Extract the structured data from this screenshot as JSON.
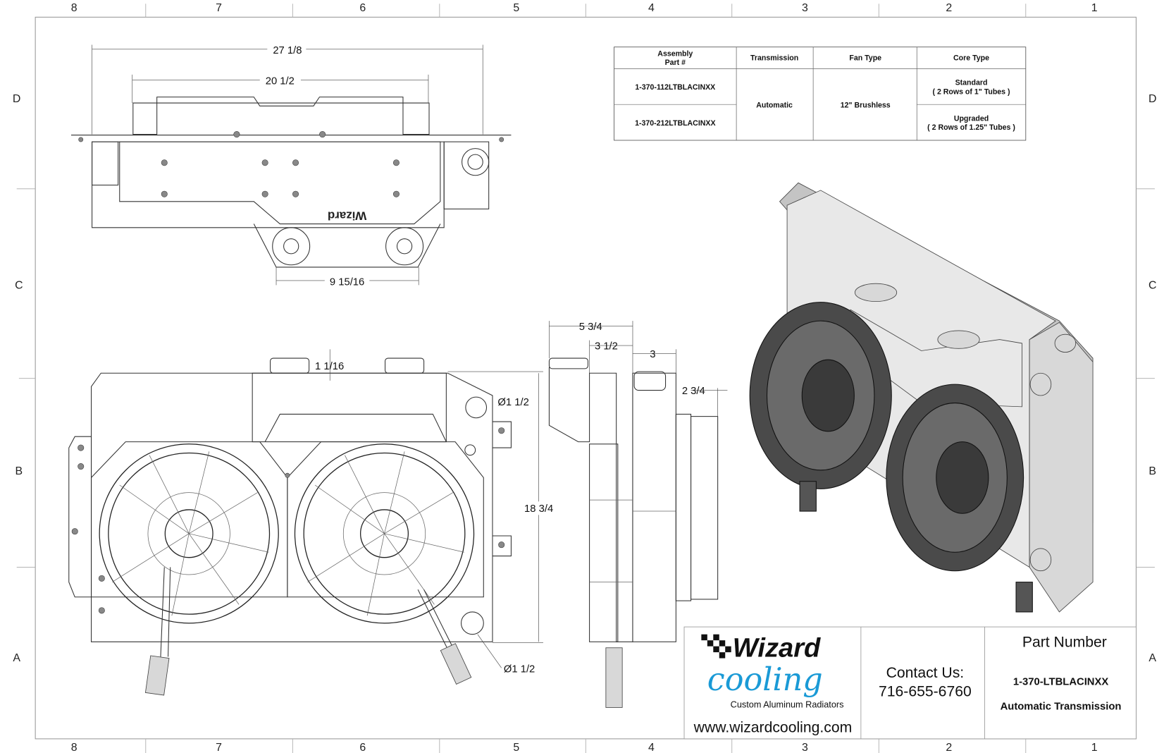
{
  "zones": {
    "columns": [
      "8",
      "7",
      "6",
      "5",
      "4",
      "3",
      "2",
      "1"
    ],
    "rows": [
      "D",
      "C",
      "B",
      "A"
    ]
  },
  "dimensions": {
    "top_overall_width": "27 1/8",
    "top_core_width": "20 1/2",
    "top_bottom_width": "9 15/16",
    "front_cap_height": "1 1/16",
    "front_port_upper": "Ø1 1/2",
    "front_port_lower": "Ø1 1/2",
    "front_height": "18 3/4",
    "side_overall_depth": "5 3/4",
    "side_tank_depth": "3 1/2",
    "side_core_depth": "3",
    "side_fan_depth": "2 3/4"
  },
  "parts_table": {
    "headers": [
      "Assembly\nPart #",
      "Transmission",
      "Fan Type",
      "Core Type"
    ],
    "header_assembly_line1": "Assembly",
    "header_assembly_line2": "Part #",
    "rows": [
      {
        "part": "1-370-112LTBLACINXX",
        "core_line1": "Standard",
        "core_line2": "( 2 Rows of 1\" Tubes )"
      },
      {
        "part": "1-370-212LTBLACINXX",
        "core_line1": "Upgraded",
        "core_line2": "( 2 Rows of 1.25\" Tubes )"
      }
    ],
    "transmission": "Automatic",
    "fan_type": "12\" Brushless"
  },
  "title_block": {
    "logo_word1": "Wizard",
    "logo_word2": "cooling",
    "logo_tagline": "Custom Aluminum Radiators",
    "website": "www.wizardcooling.com",
    "contact_label": "Contact Us:",
    "phone": "716-655-6760",
    "part_number_label": "Part Number",
    "part_number": "1-370-LTBLACINXX",
    "description": "Automatic Transmission"
  },
  "colors": {
    "logo_blue": "#1a9ad6",
    "line": "#333333"
  }
}
